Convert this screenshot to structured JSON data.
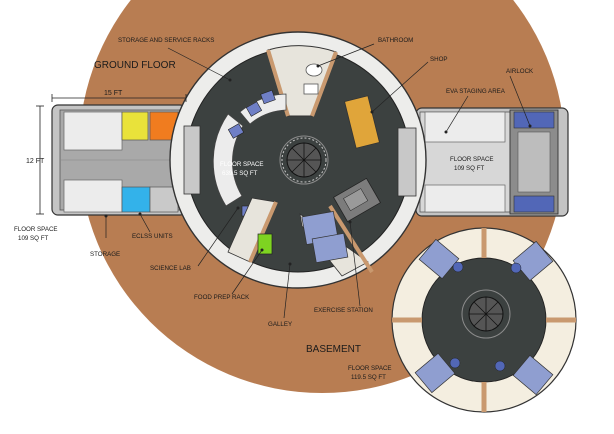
{
  "labels": {
    "ground_floor": "GROUND FLOOR",
    "storage_racks": "STORAGE AND SERVICE RACKS",
    "bathroom": "BATHROOM",
    "shop": "SHOP",
    "airlock": "AIRLOCK",
    "eva_staging": "EVA STAGING AREA",
    "dim_width": "15 FT",
    "dim_height": "12 FT",
    "floor_space_left_1": "FLOOR SPACE",
    "floor_space_left_2": "109 SQ FT",
    "eclss_units": "ECLSS UNITS",
    "storage": "STORAGE",
    "floor_space_main_1": "FLOOR SPACE",
    "floor_space_main_2": "639.5 SQ FT",
    "floor_space_right_1": "FLOOR SPACE",
    "floor_space_right_2": "109 SQ FT",
    "science_lab": "SCIENCE LAB",
    "food_prep_rack": "FOOD PREP RACK",
    "galley": "GALLEY",
    "exercise_station": "EXERCISE STATION",
    "basement": "BASEMENT",
    "floor_space_base_1": "FLOOR SPACE",
    "floor_space_base_2": "119.5 SQ FT"
  },
  "colors": {
    "ground": "#b87d52",
    "deck_floor": "#3c4140",
    "wall_light": "#e9e8e1",
    "wall_tan": "#d0a883",
    "module_grey": "#bcbcbc",
    "bunk_blue": "#8f9ed0",
    "shop_orange": "#e0a53a",
    "yellow_rack": "#e9e23a",
    "orange_rack": "#f07c1f",
    "cyan_rack": "#33b2ea",
    "green_rack": "#7ed321",
    "airlock_blue": "#5267b7",
    "basement_ring": "#f4eee0"
  }
}
